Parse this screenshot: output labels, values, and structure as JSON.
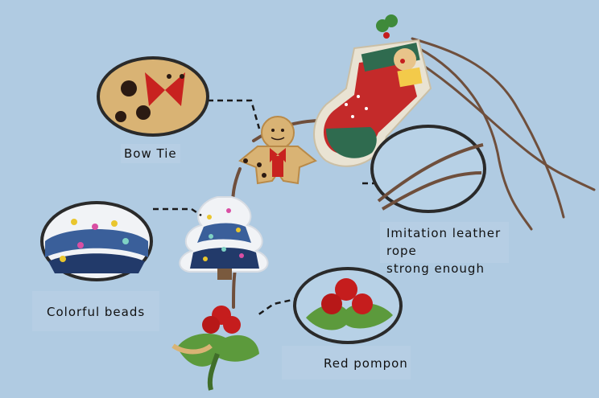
{
  "callouts": {
    "bow_tie": "Bow Tie",
    "colorful_beads": "Colorful beads",
    "leather_rope_line1": "Imitation leather rope",
    "leather_rope_line2": "strong enough",
    "red_pompon": "Red pompon"
  },
  "colors": {
    "background": "#a9c6df",
    "felt_tan": "#d9b374",
    "bow_red": "#c8221f",
    "stocking_red": "#c42a2a",
    "stocking_green": "#2f6b4f",
    "tree_blue": "#3a5f9a",
    "tree_white": "#f1f3f6",
    "pompon_red": "#c51d1d",
    "leaf_green": "#5c9a3c",
    "rope_brown": "#6f4f3c"
  }
}
